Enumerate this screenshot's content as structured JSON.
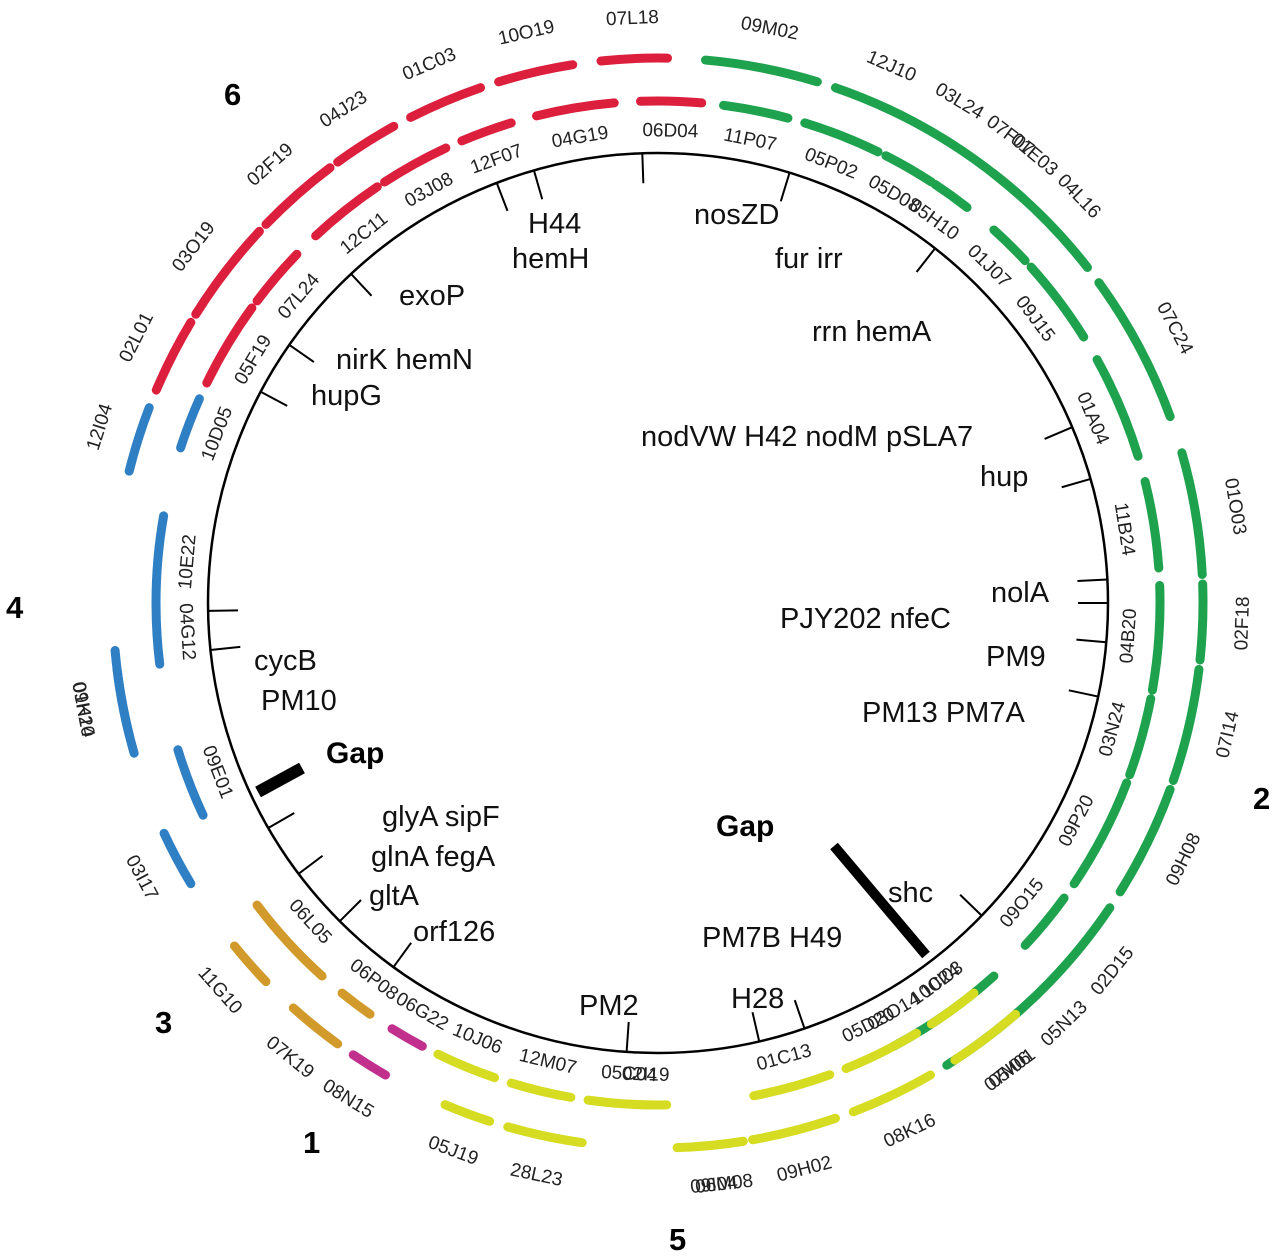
{
  "colors": {
    "contig1": "#c0308c",
    "contig2": "#1ea24e",
    "contig3": "#d19a2a",
    "contig4": "#2e7fc4",
    "contig5": "#d6dc22",
    "contig6": "#dc1f3c",
    "circle": "#000000"
  },
  "gene_markers": [
    {
      "label": "nosZD",
      "angle": 358,
      "r2": 420
    },
    {
      "label": "fur irr",
      "angle": 17,
      "r2": 420
    },
    {
      "label": "rrn hemA",
      "angle": 38,
      "r2": 420
    },
    {
      "label": "nodVW H42 nodM pSLA7",
      "angle": 67,
      "r2": 420
    },
    {
      "label": "hup",
      "angle": 74,
      "r2": 420
    },
    {
      "label": "nolA",
      "angle": 87,
      "r2": 420
    },
    {
      "label": "PJY202 nfeC",
      "angle": 90,
      "r2": 420
    },
    {
      "label": "PM9",
      "angle": 95,
      "r2": 420
    },
    {
      "label": "PM13 PM7A",
      "angle": 102,
      "r2": 420
    },
    {
      "label": "shc",
      "angle": 134,
      "r2": 420
    },
    {
      "label": "PM7B H49",
      "angle": 161,
      "r2": 420
    },
    {
      "label": "H28",
      "angle": 167,
      "r2": 420
    },
    {
      "label": "PM2",
      "angle": 184,
      "r2": 420
    },
    {
      "label": "orf126",
      "angle": 216,
      "r2": 420
    },
    {
      "label": "gltA",
      "angle": 225,
      "r2": 420
    },
    {
      "label": "glnA fegA",
      "angle": 233,
      "r2": 420
    },
    {
      "label": "glyA sipF",
      "angle": 240,
      "r2": 420
    },
    {
      "label": "PM10",
      "angle": 264,
      "r2": 420
    },
    {
      "label": "cycB",
      "angle": 269,
      "r2": 420
    },
    {
      "label": "hupG",
      "angle": 298,
      "r2": 420
    },
    {
      "label": "nirK hemN",
      "angle": 305,
      "r2": 420
    },
    {
      "label": "exoP",
      "angle": 317,
      "r2": 420
    },
    {
      "label": "hemH",
      "angle": 339,
      "r2": 420
    },
    {
      "label": "H44",
      "angle": 344,
      "r2": 420
    }
  ],
  "gaps": [
    {
      "label": "Gap"
    },
    {
      "label": "Gap"
    }
  ],
  "contig_labels": [
    {
      "num": "1"
    },
    {
      "num": "2"
    },
    {
      "num": "3"
    },
    {
      "num": "4"
    },
    {
      "num": "5"
    },
    {
      "num": "6"
    }
  ],
  "clones": [
    {
      "label": "09M02",
      "contig": 2
    },
    {
      "label": "11P07",
      "contig": 2
    },
    {
      "label": "12J10",
      "contig": 2
    },
    {
      "label": "05P02",
      "contig": 2
    },
    {
      "label": "03L24",
      "contig": 2
    },
    {
      "label": "05D08",
      "contig": 2
    },
    {
      "label": "07F07",
      "contig": 2
    },
    {
      "label": "05H10",
      "contig": 2
    },
    {
      "label": "01E03",
      "contig": 2
    },
    {
      "label": "01J07",
      "contig": 2
    },
    {
      "label": "04L16",
      "contig": 2
    },
    {
      "label": "09J15",
      "contig": 2
    },
    {
      "label": "07C24",
      "contig": 2
    },
    {
      "label": "01A04",
      "contig": 2
    },
    {
      "label": "01O03",
      "contig": 2
    },
    {
      "label": "11B24",
      "contig": 2
    },
    {
      "label": "02F18",
      "contig": 2
    },
    {
      "label": "04B20",
      "contig": 2
    },
    {
      "label": "07I14",
      "contig": 2
    },
    {
      "label": "03N24",
      "contig": 2
    },
    {
      "label": "09H08",
      "contig": 2
    },
    {
      "label": "09P20",
      "contig": 2
    },
    {
      "label": "02D15",
      "contig": 2
    },
    {
      "label": "09O15",
      "contig": 2
    },
    {
      "label": "05N13",
      "contig": 2
    },
    {
      "label": "10I03",
      "contig": 2
    },
    {
      "label": "05I06",
      "contig": 2
    },
    {
      "label": "03O14",
      "contig": 2
    },
    {
      "label": "07M01",
      "contig": 5
    },
    {
      "label": "10C24",
      "contig": 5
    },
    {
      "label": "08K16",
      "contig": 5
    },
    {
      "label": "05D20",
      "contig": 5
    },
    {
      "label": "09H02",
      "contig": 5
    },
    {
      "label": "01C13",
      "contig": 5
    },
    {
      "label": "06M08",
      "contig": 5
    },
    {
      "label": "05C04",
      "contig": 5
    },
    {
      "label": "09I04",
      "contig": 5
    },
    {
      "label": "02I19",
      "contig": 5
    },
    {
      "label": "28L23",
      "contig": 5
    },
    {
      "label": "12M07",
      "contig": 5
    },
    {
      "label": "05J19",
      "contig": 5
    },
    {
      "label": "10J06",
      "contig": 5
    },
    {
      "label": "08N15",
      "contig": 1
    },
    {
      "label": "06G22",
      "contig": 1
    },
    {
      "label": "07K19",
      "contig": 3
    },
    {
      "label": "06P08",
      "contig": 3
    },
    {
      "label": "11G10",
      "contig": 3
    },
    {
      "label": "06L05",
      "contig": 3
    },
    {
      "label": "03I17",
      "contig": 4
    },
    {
      "label": "09E01",
      "contig": 4
    },
    {
      "label": "01K20",
      "contig": 4
    },
    {
      "label": "04G12",
      "contig": 4
    },
    {
      "label": "09H14",
      "contig": 4
    },
    {
      "label": "10E22",
      "contig": 4
    },
    {
      "label": "12I04",
      "contig": 4
    },
    {
      "label": "10D05",
      "contig": 4
    },
    {
      "label": "02L01",
      "contig": 6
    },
    {
      "label": "05F19",
      "contig": 6
    },
    {
      "label": "03O19",
      "contig": 6
    },
    {
      "label": "07L24",
      "contig": 6
    },
    {
      "label": "02F19",
      "contig": 6
    },
    {
      "label": "12C11",
      "contig": 6
    },
    {
      "label": "04J23",
      "contig": 6
    },
    {
      "label": "03J08",
      "contig": 6
    },
    {
      "label": "01C03",
      "contig": 6
    },
    {
      "label": "12F07",
      "contig": 6
    },
    {
      "label": "10O19",
      "contig": 6
    },
    {
      "label": "04G19",
      "contig": 6
    },
    {
      "label": "07L18",
      "contig": 6
    },
    {
      "label": "06D04",
      "contig": 6
    }
  ]
}
